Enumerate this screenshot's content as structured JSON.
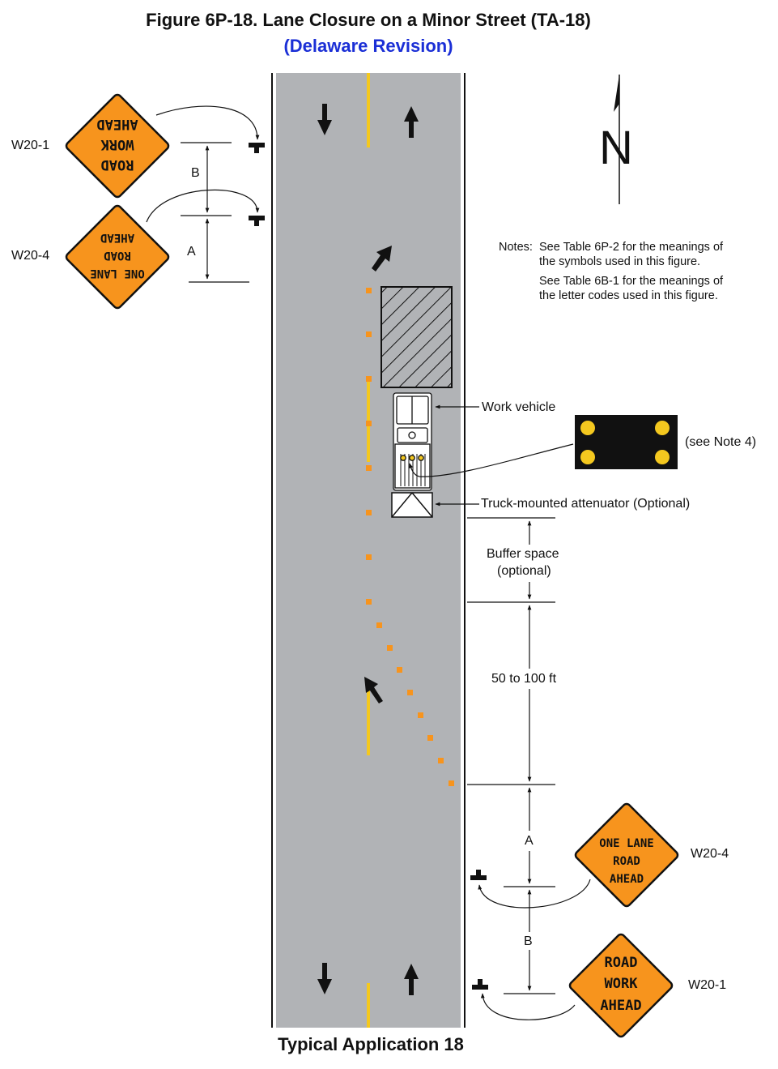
{
  "title": "Figure 6P-18.  Lane Closure on a Minor Street (TA-18)",
  "subtitle": "(Delaware Revision)",
  "footer": "Typical Application 18",
  "north_label": "N",
  "notes": {
    "prefix": "Notes:",
    "line1": "See Table 6P-2 for the meanings of",
    "line2": "the symbols used in this figure.",
    "line3": "See Table 6B-1 for the meanings of",
    "line4": "the letter codes used in this figure."
  },
  "signs": {
    "w20_1_code": "W20-1",
    "w20_4_code": "W20-4",
    "road_work_ahead": [
      "ROAD",
      "WORK",
      "AHEAD"
    ],
    "one_lane_road_ahead": [
      "ONE LANE",
      "ROAD",
      "AHEAD"
    ],
    "sign_color": "#f7941d"
  },
  "labels": {
    "work_vehicle": "Work vehicle",
    "see_note": "(see Note 4)",
    "attenuator": "Truck-mounted attenuator (Optional)",
    "buffer_line1": "Buffer space",
    "buffer_line2": "(optional)",
    "taper": "50 to 100 ft",
    "dim_a": "A",
    "dim_b": "B"
  },
  "colors": {
    "road": "#b1b3b6",
    "centerline": "#f4c81f",
    "channelizer": "#f7941d"
  }
}
